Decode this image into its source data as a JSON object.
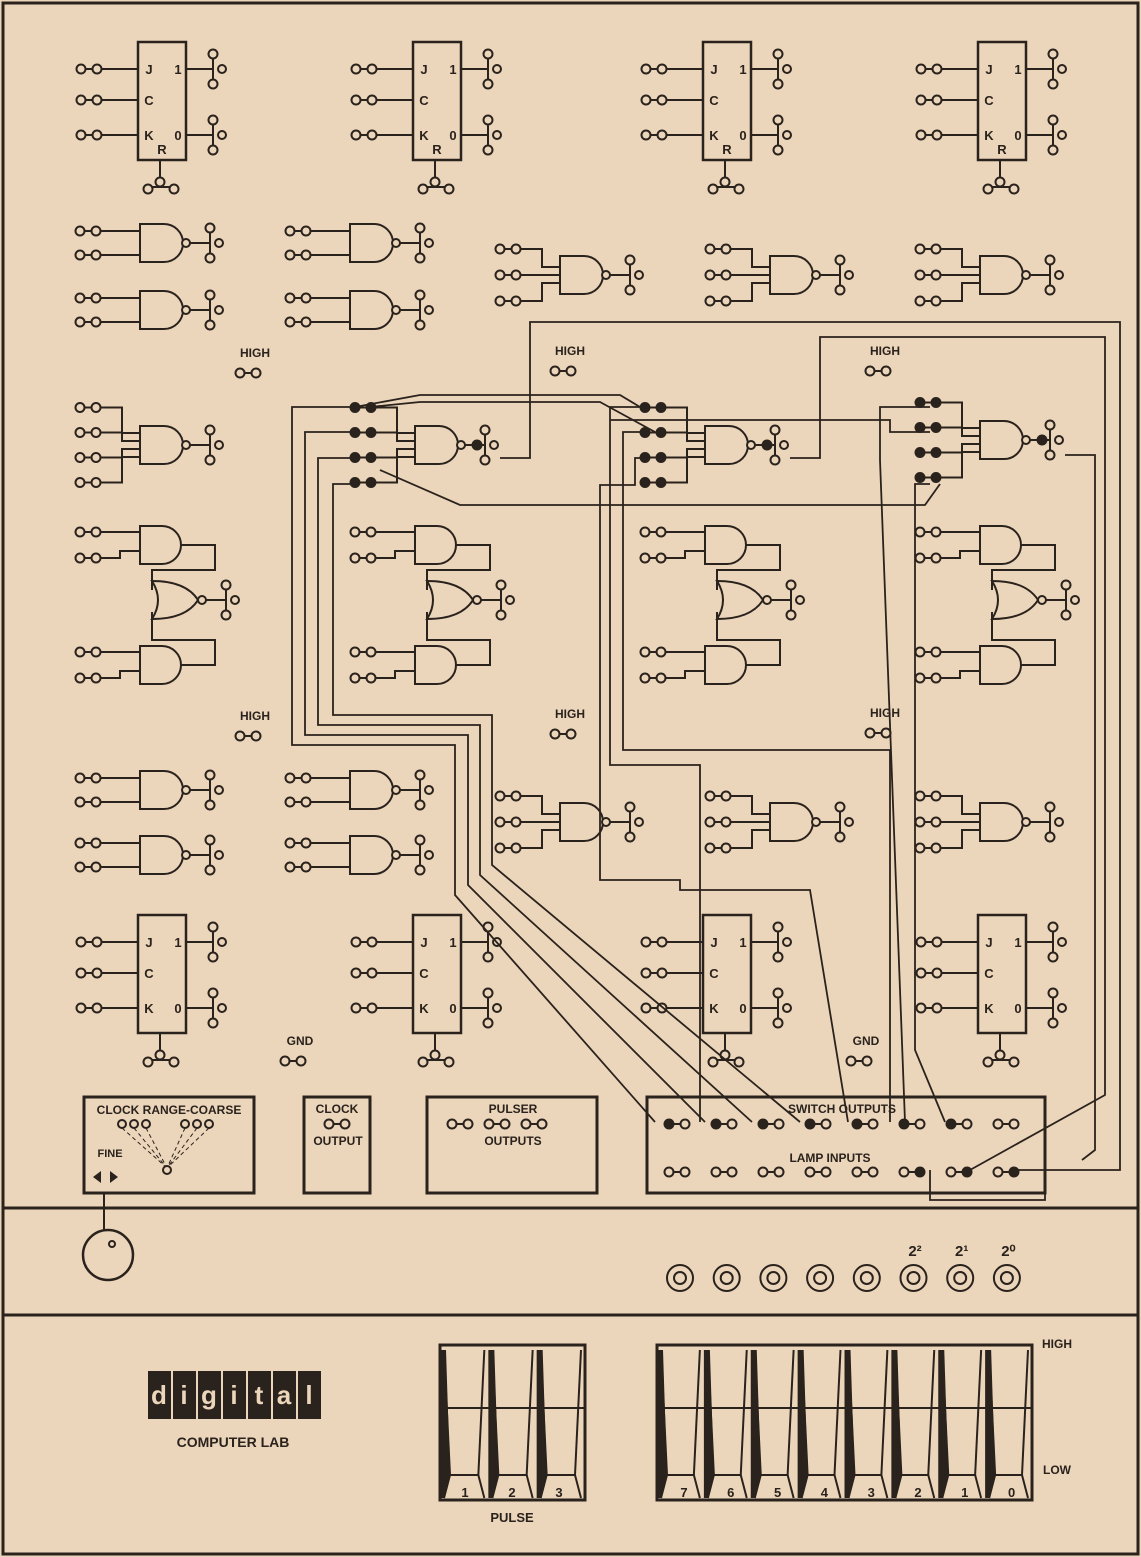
{
  "flipflop_labels": {
    "j": "J",
    "c": "C",
    "k": "K",
    "q1": "1",
    "q0": "0",
    "r": "R"
  },
  "rail_labels": {
    "high": "HIGH",
    "gnd": "GND"
  },
  "panels": {
    "clock_range": "CLOCK RANGE-COARSE",
    "fine": "FINE",
    "clock": "CLOCK",
    "output": "OUTPUT",
    "pulser": "PULSER",
    "outputs": "OUTPUTS",
    "switch_outputs": "SWITCH OUTPUTS",
    "lamp_inputs": "LAMP INPUTS"
  },
  "lamps": {
    "labels": [
      "2²",
      "2¹",
      "2⁰"
    ]
  },
  "logo": {
    "letters": [
      "d",
      "i",
      "g",
      "i",
      "t",
      "a",
      "l"
    ],
    "subtitle": "COMPUTER LAB"
  },
  "switches": {
    "pulse_numbers": [
      "1",
      "2",
      "3"
    ],
    "pulse_label": "PULSE",
    "data_numbers": [
      "7",
      "6",
      "5",
      "4",
      "3",
      "2",
      "1",
      "0"
    ],
    "high": "HIGH",
    "low": "LOW"
  },
  "colors": {
    "paper": "#ecd6bb",
    "ink": "#2a221c"
  }
}
